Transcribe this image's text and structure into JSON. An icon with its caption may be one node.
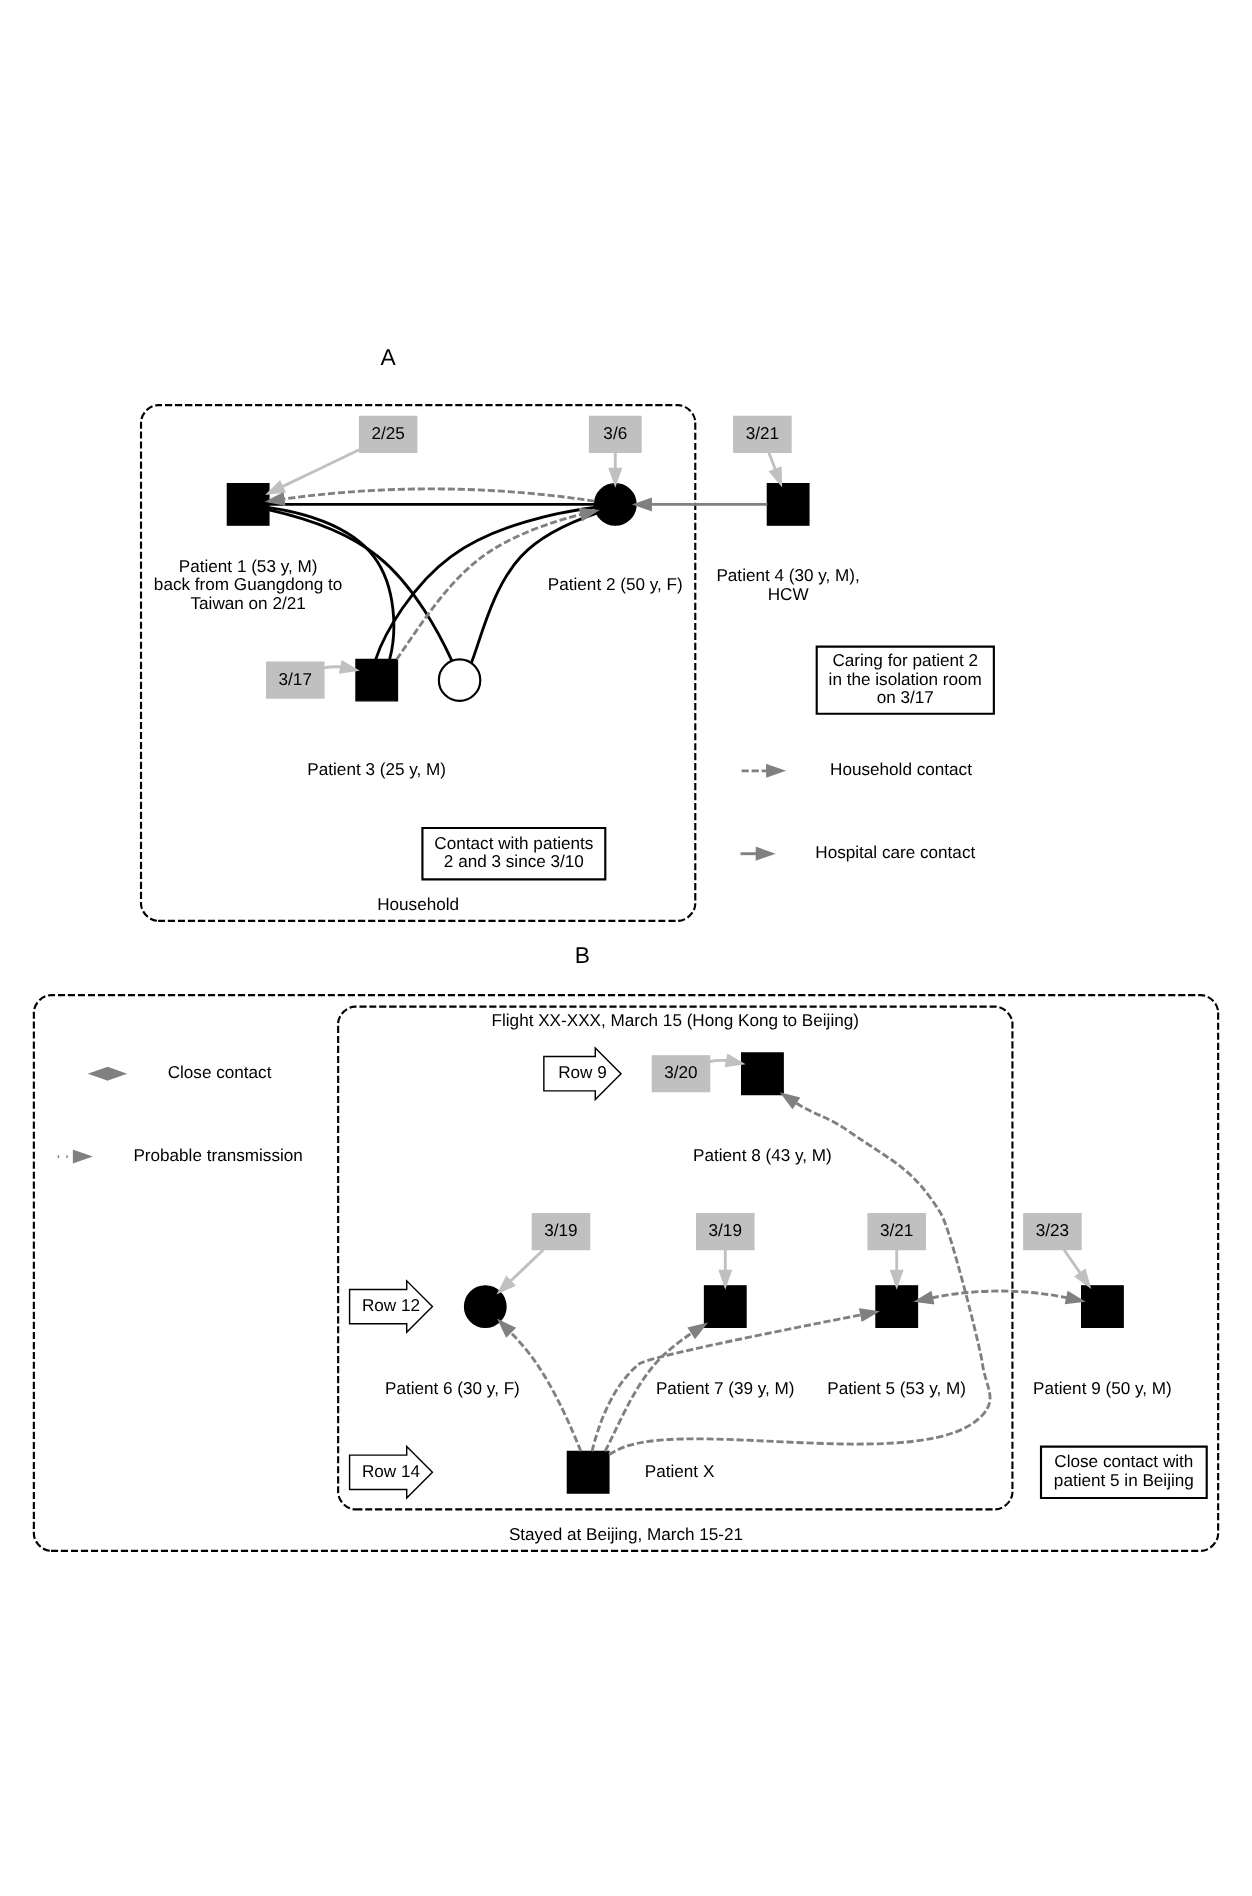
{
  "diagram": {
    "nodes": [
      {
        "text": [
          "Household"
        ]
      },
      {
        "text": [
          "2/25"
        ],
        "in": 0
      },
      {
        "text": [
          "3/6"
        ],
        "in": 0
      },
      {
        "text": [],
        "shape": "box",
        "beside": [
          "Patient 1 (53 y, M) back from Guangdong to Taiwan on 2/21"
        ],
        "in": 0
      },
      {
        "text": [],
        "shape": "circle",
        "beside": [
          "Patient 2 (50 y, F)"
        ],
        "in": 0
      },
      {
        "text": [
          "3/17"
        ],
        "in": 0
      },
      {
        "text": [],
        "shape": "box",
        "beside": [
          "Patient 3 (25 y, M)"
        ],
        "in": 0
      },
      {
        "text": [],
        "shape": "circle",
        "in": 0
      },
      {
        "text": [
          "Contact with patients 2 and 3 since 3/10"
        ],
        "in": 0
      },
      {
        "text": [
          "3/21"
        ]
      },
      {
        "text": [],
        "shape": "box",
        "beside": [
          "Patient 4 (30 y, M), HCW"
        ]
      },
      {
        "text": [
          "Caring for patient 2 in the isolation room on 3/17"
        ]
      },
      {
        "text": [
          "Stayed at Beijing, March 15-21"
        ]
      },
      {
        "text": [
          "Flight XX-XXX, March 15 (Hong Kong to Beijing)"
        ],
        "in": 12
      },
      {
        "text": [
          "Row 9"
        ],
        "in": 13
      },
      {
        "text": [
          "3/20"
        ],
        "in": 13
      },
      {
        "text": [],
        "shape": "box",
        "beside": [
          "Patient 8 (43 y, M)"
        ],
        "in": 13
      },
      {
        "text": [
          "3/19"
        ],
        "in": 13
      },
      {
        "text": [
          "3/19"
        ],
        "in": 13
      },
      {
        "text": [
          "3/21"
        ],
        "in": 13
      },
      {
        "text": [
          "Row 12"
        ],
        "in": 13
      },
      {
        "text": [],
        "shape": "circle",
        "beside": [
          "Patient 6 (30 y, F)"
        ],
        "in": 13
      },
      {
        "text": [],
        "shape": "box",
        "beside": [
          "Patient 7 (39 y, M)"
        ],
        "in": 13
      },
      {
        "text": [],
        "shape": "box",
        "beside": [
          "Patient 5 (53 y, M)"
        ],
        "in": 13
      },
      {
        "text": [
          "Row 14"
        ],
        "in": 13
      },
      {
        "text": [],
        "shape": "box",
        "beside": [
          "Patient X"
        ],
        "in": 13
      },
      {
        "text": [
          "3/23"
        ],
        "in": 12
      },
      {
        "text": [],
        "shape": "box",
        "beside": [
          "Patient 9 (50 y, M)"
        ],
        "in": 12
      },
      {
        "text": [
          "Close contact with patient 5 in Beijing"
        ],
        "in": 12
      }
    ],
    "edges": [
      {
        "from": 1,
        "to": 3,
        "arrow": "to"
      },
      {
        "from": 2,
        "to": 4,
        "arrow": "to"
      },
      {
        "from": 5,
        "to": 6,
        "arrow": "to"
      },
      {
        "from": 9,
        "to": 10,
        "arrow": "to"
      },
      {
        "from": 3,
        "to": 4,
        "arrow": "none",
        "color": "#000000"
      },
      {
        "from": 3,
        "to": 6,
        "arrow": "none",
        "color": "#000000"
      },
      {
        "from": 3,
        "to": 7,
        "arrow": "none",
        "color": "#000000"
      },
      {
        "from": 4,
        "to": 6,
        "arrow": "none",
        "color": "#000000"
      },
      {
        "from": 4,
        "to": 7,
        "arrow": "none",
        "color": "#000000"
      },
      {
        "from": 4,
        "to": 3,
        "arrow": "to",
        "style": "dashed",
        "color": "#808080"
      },
      {
        "from": 6,
        "to": 4,
        "arrow": "to",
        "style": "dashed",
        "color": "#808080"
      },
      {
        "from": 10,
        "to": 4,
        "arrow": "to",
        "color": "#808080"
      },
      {
        "from": 15,
        "to": 16,
        "arrow": "to"
      },
      {
        "from": 17,
        "to": 21,
        "arrow": "to"
      },
      {
        "from": 18,
        "to": 22,
        "arrow": "to"
      },
      {
        "from": 19,
        "to": 23,
        "arrow": "to"
      },
      {
        "from": 26,
        "to": 27,
        "arrow": "to"
      },
      {
        "from": 25,
        "to": 16,
        "arrow": "to",
        "style": "dashed",
        "color": "#808080"
      },
      {
        "from": 25,
        "to": 21,
        "arrow": "to",
        "style": "dashed",
        "color": "#808080"
      },
      {
        "from": 25,
        "to": 22,
        "arrow": "to",
        "style": "dashed",
        "color": "#808080"
      },
      {
        "from": 25,
        "to": 23,
        "arrow": "to",
        "style": "dashed",
        "color": "#808080"
      },
      {
        "from": 23,
        "to": 27,
        "arrow": "both",
        "style": "dashed",
        "color": "#808080"
      }
    ],
    "labels": [
      "A",
      "B"
    ],
    "legend": [
      {
        "text": "Household contact"
      },
      {
        "text": "Hospital care contact"
      },
      {
        "text": "Close contact"
      },
      {
        "text": "Probable transmission"
      }
    ]
  }
}
